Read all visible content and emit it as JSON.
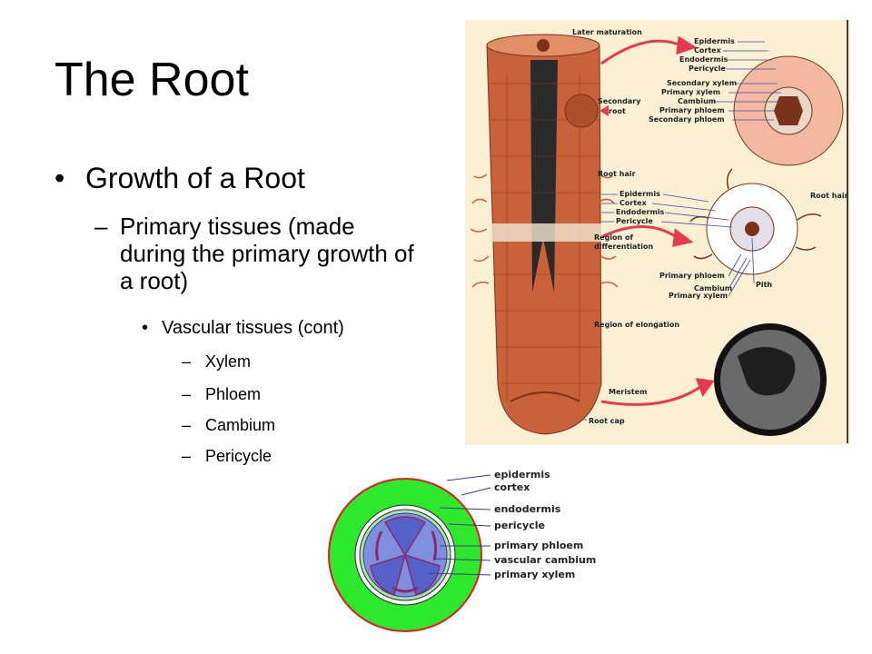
{
  "slide": {
    "title": "The Root",
    "bullet_1": "Growth of a Root",
    "bullet_2": "Primary tissues (made during the primary growth of a root)",
    "bullet_3": "Vascular tissues (cont)",
    "sub_items": [
      "Xylem",
      "Phloem",
      "Cambium",
      "Pericycle"
    ],
    "bullet_glyph": "•",
    "dash_glyph": "–"
  },
  "top_figure": {
    "later_maturation": "Later maturation",
    "secondary_root": [
      "Secondary",
      "root"
    ],
    "upper_labels": [
      "Epidermis",
      "Cortex",
      "Endodermis",
      "Pericycle",
      "Secondary xylem",
      "Primary xylem",
      "Cambium",
      "Primary phloem",
      "Secondary phloem"
    ],
    "root_hair_left": "Root hair",
    "mid_labels": [
      "Epidermis",
      "Cortex",
      "Endodermis",
      "Pericycle"
    ],
    "region_of_differentiation": [
      "Region of",
      "differentiation"
    ],
    "root_hair_right": "Root hair",
    "lower_labels": [
      "Primary phloem",
      "Cambium",
      "Primary xylem"
    ],
    "pith": "Pith",
    "region_of_elongation": "Region of elongation",
    "meristem": "Meristem",
    "root_cap": "Root cap"
  },
  "bottom_figure": {
    "labels": [
      "epidermis",
      "cortex",
      "endodermis",
      "pericycle",
      "primary phloem",
      "vascular cambium",
      "primary xylem"
    ]
  },
  "colors": {
    "root_body": "#c9613a",
    "root_dark": "#2a2a2a",
    "upper_section": "#f2b9a0",
    "label_blue": "#3b4aa8",
    "arrow_red": "#e83a4e",
    "cortex_green": "#2ee82e",
    "epidermis_red": "#e11c1c",
    "stele_blue": "#7f8fe0",
    "xylem_blue": "#5563c8"
  }
}
